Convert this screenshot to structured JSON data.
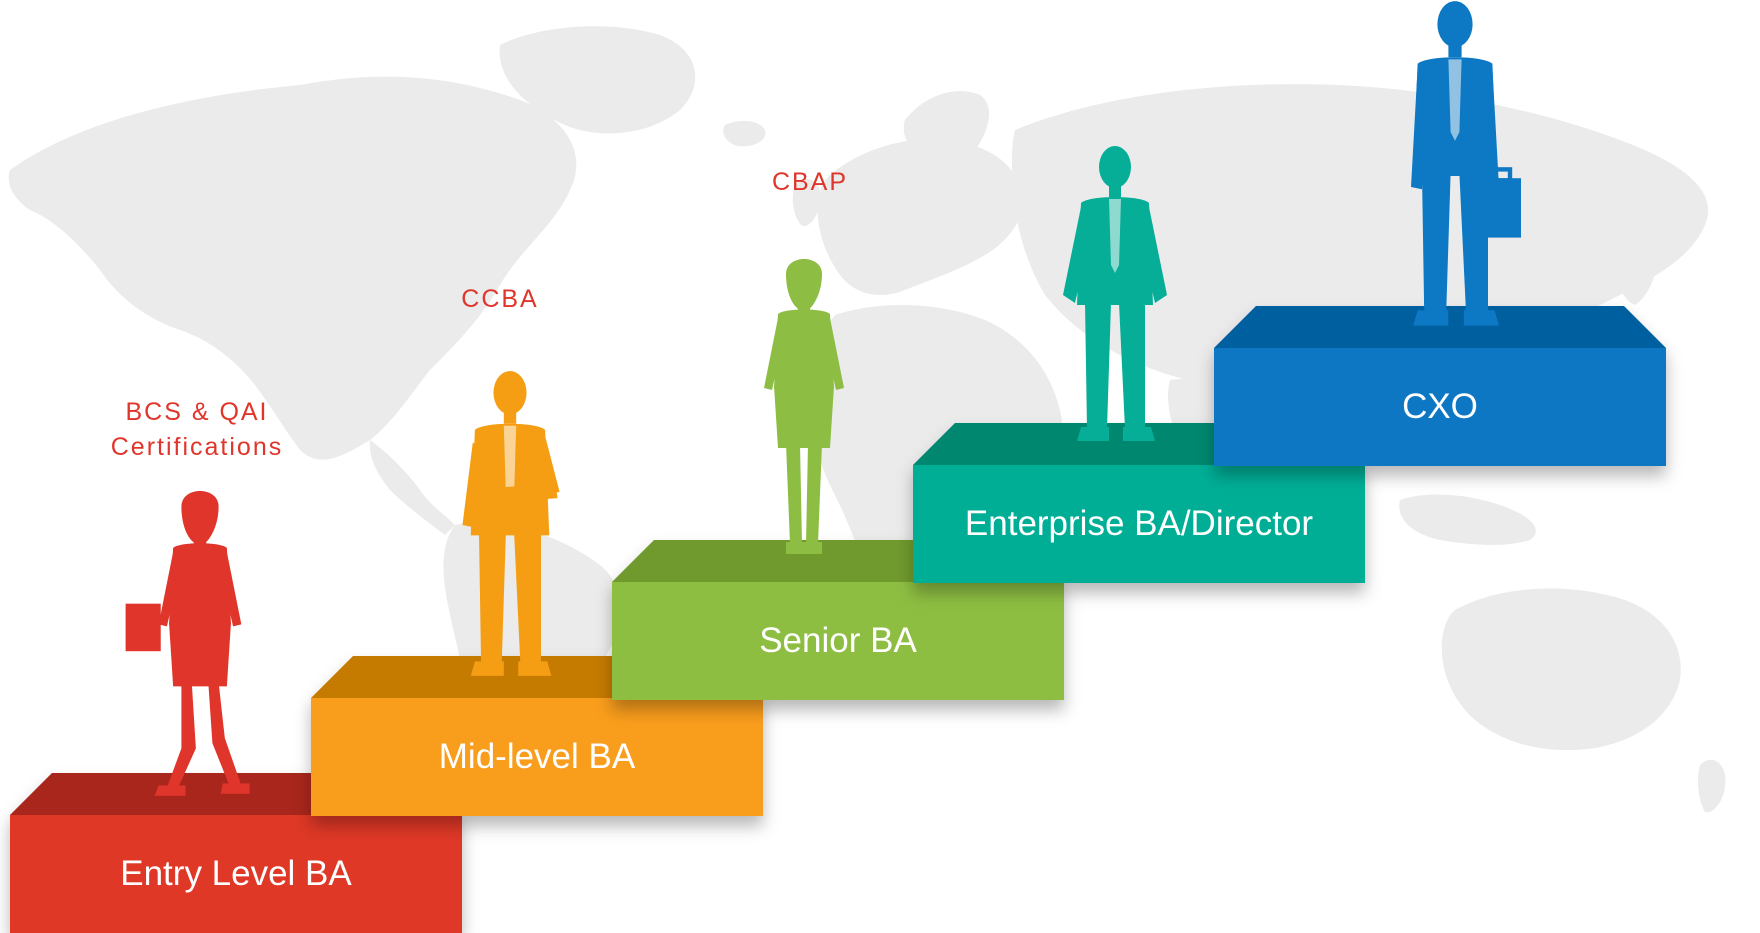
{
  "colors": {
    "background": "#ffffff",
    "map": "#ebebeb",
    "certification_text": "#e0352a"
  },
  "certifications": [
    {
      "line1": "BCS & QAI",
      "line2": "Certifications"
    },
    {
      "line1": "CCBA",
      "line2": ""
    },
    {
      "line1": "CBAP",
      "line2": ""
    }
  ],
  "steps": [
    {
      "label": "Entry Level BA",
      "figure_icon": "walking-woman-figure-icon",
      "front": "#df3826",
      "top": "#a8271a",
      "figure": "#e0352a"
    },
    {
      "label": "Mid-level BA",
      "figure_icon": "standing-man-arms-crossed-icon",
      "front": "#f99d1c",
      "top": "#c57a00",
      "figure": "#f59e14"
    },
    {
      "label": "Senior BA",
      "figure_icon": "standing-woman-figure-icon",
      "front": "#8dbe43",
      "top": "#6f9a2f",
      "figure": "#8dbe43"
    },
    {
      "label": "Enterprise BA/Director",
      "figure_icon": "man-hands-in-pockets-icon",
      "front": "#05ae96",
      "top": "#03876f",
      "figure": "#06ae98"
    },
    {
      "label": "CXO",
      "figure_icon": "man-with-briefcase-icon",
      "front": "#0a77c4",
      "top": "#065f9e",
      "figure": "#0d78c3"
    }
  ]
}
